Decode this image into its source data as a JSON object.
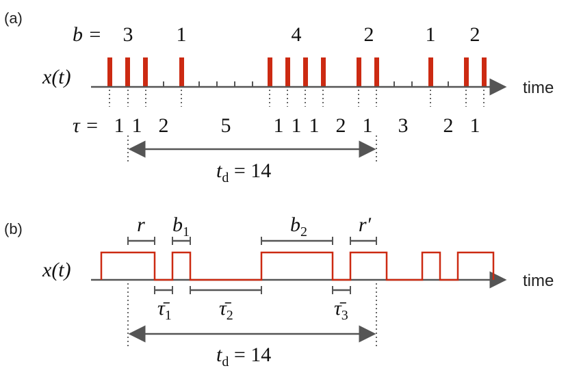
{
  "panel_a": {
    "label": "(a)",
    "b_prefix": "b =",
    "b_values": [
      "3",
      "1",
      "4",
      "2",
      "1",
      "2"
    ],
    "x_label": "x(t)",
    "axis_label": "time",
    "tau_prefix": "τ =",
    "tau_values": [
      "1",
      "1",
      "2",
      "5",
      "1",
      "1",
      "1",
      "2",
      "1",
      "3",
      "2",
      "1"
    ],
    "td_main": "t",
    "td_sub": "d",
    "td_rest": " = 14"
  },
  "panel_b": {
    "label": "(b)",
    "x_label": "x(t)",
    "axis_label": "time",
    "r_label": "r",
    "b1_main": "b",
    "b1_sub": "1",
    "b2_main": "b",
    "b2_sub": "2",
    "rprime_label": "r′",
    "tau1_main": "τ̄",
    "tau1_sub": "1",
    "tau2_main": "τ̄",
    "tau2_sub": "2",
    "tau3_main": "τ̄",
    "tau3_sub": "3",
    "td_main": "t",
    "td_sub": "d",
    "td_rest": " = 14"
  },
  "colors": {
    "event": "#cc2a12",
    "signal": "#cc2a12",
    "axis": "#555555",
    "dotted": "#666666"
  }
}
